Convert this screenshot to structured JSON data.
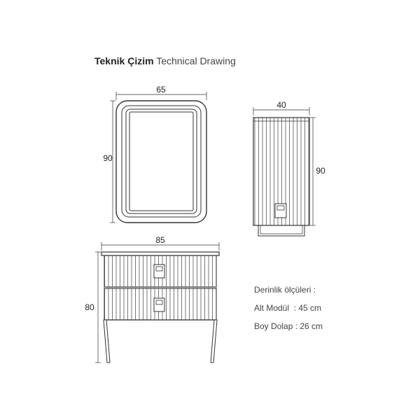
{
  "title": {
    "bold": "Teknik Çizim",
    "regular": "Technical Drawing"
  },
  "mirror": {
    "width": "65",
    "height": "90"
  },
  "cabinet": {
    "width": "40",
    "height": "90"
  },
  "base_unit": {
    "width": "85",
    "height": "80"
  },
  "depth_notes": {
    "heading": "Derinlik ölçüleri :",
    "lines": [
      "Alt Modül  : 45 cm",
      "Boy Dolap : 26 cm"
    ]
  }
}
